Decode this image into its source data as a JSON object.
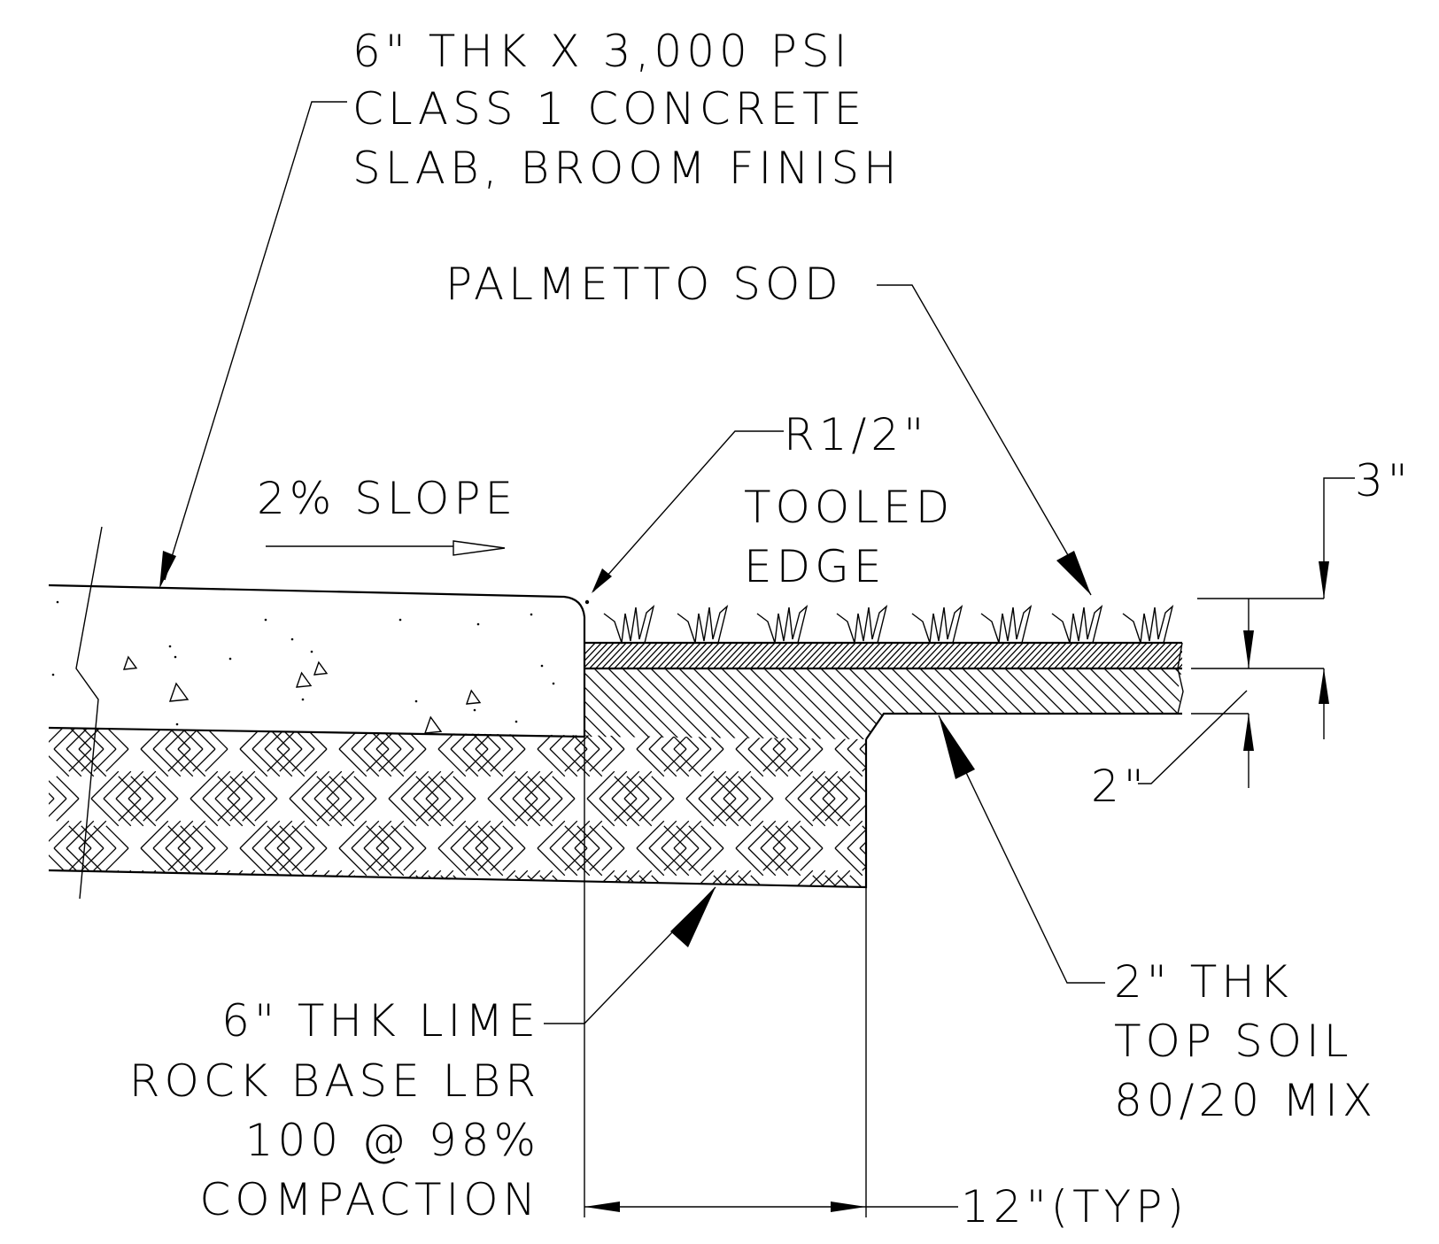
{
  "colors": {
    "ink": "#000000",
    "paper": "#ffffff"
  },
  "labels": {
    "concrete_slab": [
      "6\" THK X 3,000 PSI",
      "CLASS 1 CONCRETE",
      "SLAB, BROOM FINISH"
    ],
    "sod": "PALMETTO SOD",
    "radius": "R1/2\"",
    "tooled_edge": [
      "TOOLED",
      "EDGE"
    ],
    "slope": "2% SLOPE",
    "dim_sod_top": "3\"",
    "dim_soil": "2\"",
    "limerock_base": [
      "6\" THK LIME",
      "ROCK BASE LBR",
      "100 @ 98%",
      "COMPACTION"
    ],
    "topsoil": [
      "2\" THK",
      "TOP SOIL",
      "80/20 MIX"
    ],
    "width_dim": "12\"(TYP)"
  },
  "icons": [
    "arrowhead-icon",
    "grass-tuft-icon",
    "aggregate-triangle-icon"
  ]
}
